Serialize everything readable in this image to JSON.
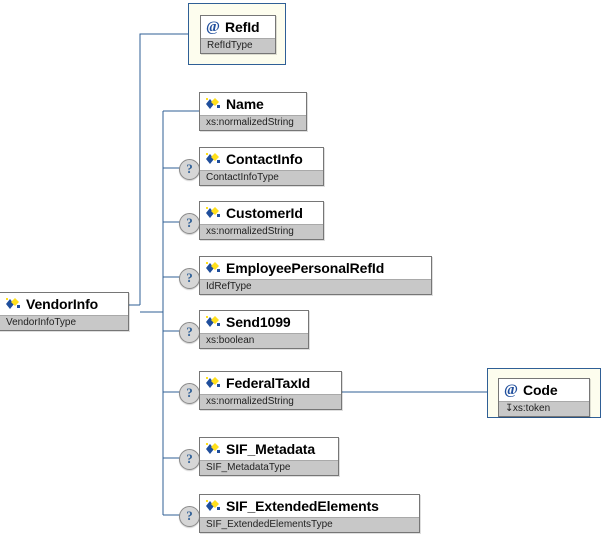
{
  "diagram": {
    "kind": "xml-schema-tree",
    "colors": {
      "edge": "#2f5f96",
      "node_border": "#767676",
      "type_bar": "#c8c8c8",
      "attr_frame_fill": "#fdfdee",
      "attr_frame_border": "#2f5f96",
      "badge_fill": "#d6d6d6",
      "badge_text": "#2f5f96",
      "icon_blue": "#1f4e9c",
      "icon_yellow": "#ffdf1c",
      "background": "#ffffff"
    },
    "root": {
      "name": "VendorInfo",
      "type": "VendorInfoType",
      "icon": "element-icon",
      "optional": false
    },
    "attributes": [
      {
        "name": "RefId",
        "type": "RefIdType",
        "icon": "at-icon",
        "optional": false,
        "parent": "VendorInfo"
      },
      {
        "name": "Code",
        "type": "xs:token",
        "type_prefix": "restriction-icon",
        "icon": "at-icon",
        "optional": false,
        "parent": "FederalTaxId"
      }
    ],
    "elements": [
      {
        "name": "Name",
        "type": "xs:normalizedString",
        "icon": "element-icon",
        "optional": false
      },
      {
        "name": "ContactInfo",
        "type": "ContactInfoType",
        "icon": "element-icon",
        "optional": true
      },
      {
        "name": "CustomerId",
        "type": "xs:normalizedString",
        "icon": "element-icon",
        "optional": true
      },
      {
        "name": "EmployeePersonalRefId",
        "type": "IdRefType",
        "icon": "element-icon",
        "optional": true
      },
      {
        "name": "Send1099",
        "type": "xs:boolean",
        "icon": "element-icon",
        "optional": true
      },
      {
        "name": "FederalTaxId",
        "type": "xs:normalizedString",
        "icon": "element-icon",
        "optional": true
      },
      {
        "name": "SIF_Metadata",
        "type": "SIF_MetadataType",
        "icon": "element-icon",
        "optional": true
      },
      {
        "name": "SIF_ExtendedElements",
        "type": "SIF_ExtendedElementsType",
        "icon": "element-icon",
        "optional": true
      }
    ],
    "badge": {
      "optional_symbol": "?"
    }
  }
}
